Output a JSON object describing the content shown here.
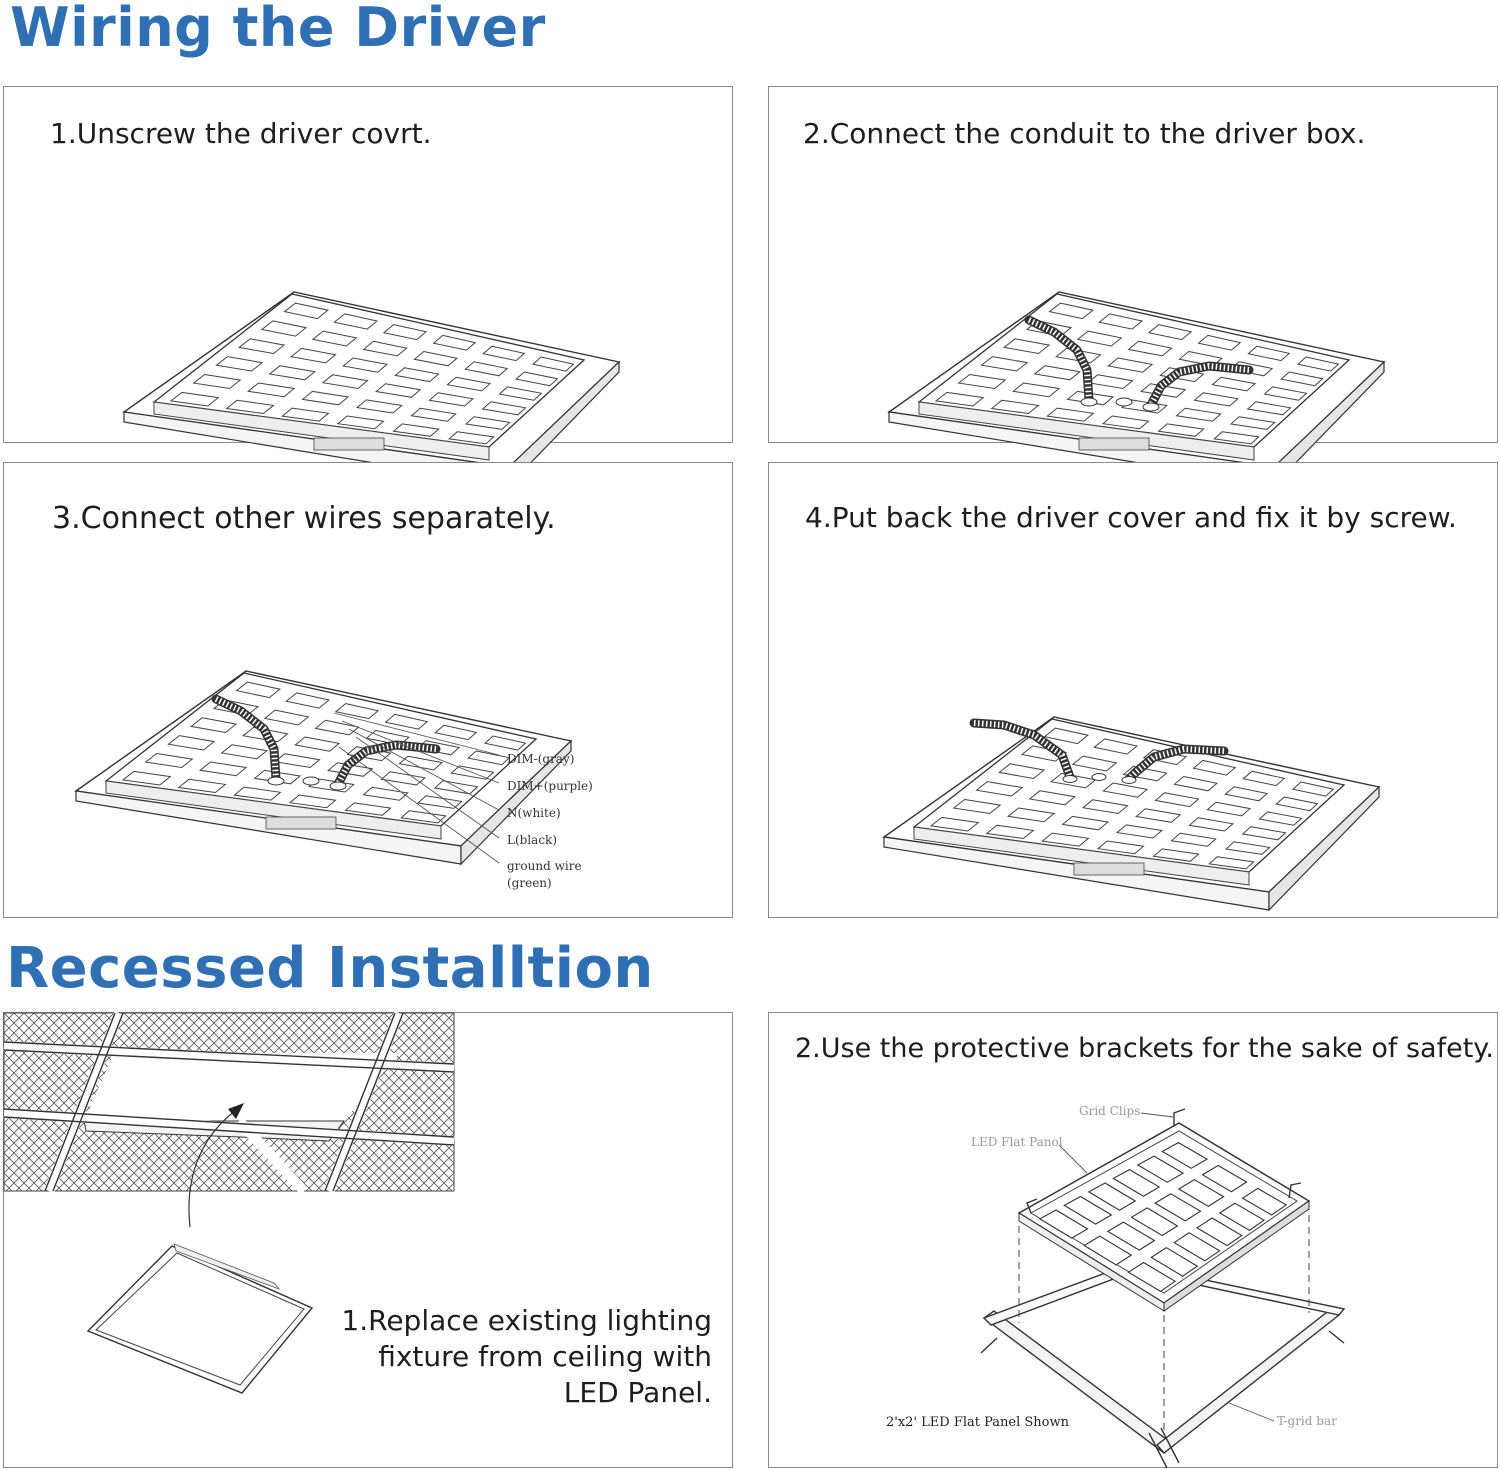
{
  "headings": {
    "wiring": "Wiring the Driver",
    "recessed": "Recessed Installtion"
  },
  "wiring_steps": [
    {
      "text": "1.Unscrew the driver covrt."
    },
    {
      "text": "2.Connect the conduit to the driver box."
    },
    {
      "text": "3.Connect other wires separately."
    },
    {
      "text": "4.Put back the driver cover and fix it by screw."
    }
  ],
  "wire_labels": [
    "DIM-(gray)",
    "DIM+(purple)",
    "N(white)",
    "L(black)",
    "ground wire",
    "(green)"
  ],
  "recessed_steps": {
    "step1": [
      "1.Replace existing lighting",
      "fixture from ceiling with",
      "LED Panel."
    ],
    "step2": "2.Use the protective brackets for the sake of safety."
  },
  "bracket_labels": {
    "grid_clips": "Grid Clips",
    "led_flat_panel": "LED Flat Panol",
    "shown": "2'x2' LED Flat Panel Shown",
    "tgrid": "T-grid bar"
  },
  "icons": [
    "led-panel-drawing",
    "conduit-drawing",
    "ceiling-grid-drawing",
    "upward-arrow-icon"
  ]
}
